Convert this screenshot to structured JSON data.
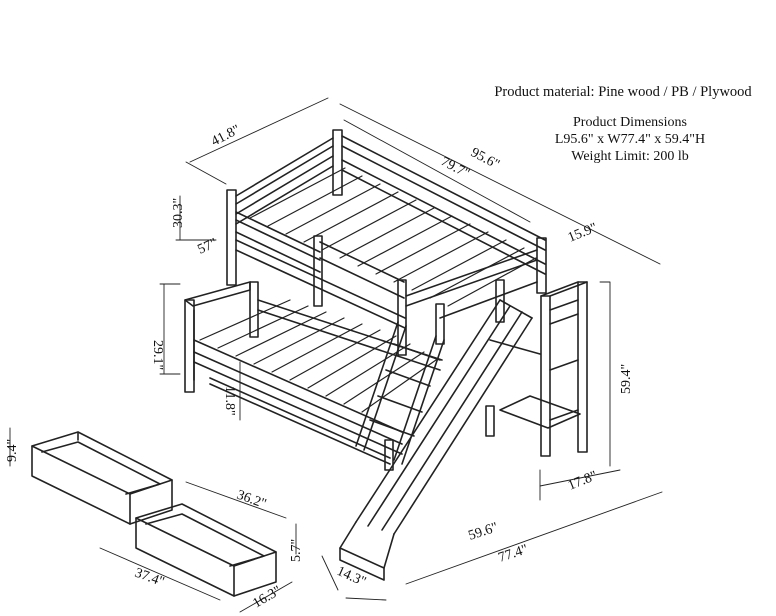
{
  "specs": {
    "material": "Product material: Pine wood / PB / Plywood",
    "dimensions_title": "Product Dimensions",
    "dimensions": "L95.6\" x W77.4\" x 59.4\"H",
    "weight_limit": "Weight Limit: 200 lb"
  },
  "dimension_labels": {
    "top_width": "41.8\"",
    "total_length": "95.6\"",
    "top_bunk_length": "79.7\"",
    "top_guard_height": "30.3\"",
    "under_top_height": "57\"",
    "stair_depth": "15.9\"",
    "lower_guard_height": "29.1\"",
    "total_height": "59.4\"",
    "under_bed_clearance": "11.8\"",
    "stair_step_height": "17.8\"",
    "lower_length": "59.6\"",
    "total_width": "77.4\"",
    "slide_width": "14.3\"",
    "drawer_height": "9.4\"",
    "drawer_length": "36.2\"",
    "drawer_inner_height": "5.7\"",
    "drawer_total_length": "37.4\"",
    "drawer_depth": "16.3\""
  },
  "colors": {
    "line": "#222222",
    "text": "#111111",
    "background": "#ffffff"
  }
}
